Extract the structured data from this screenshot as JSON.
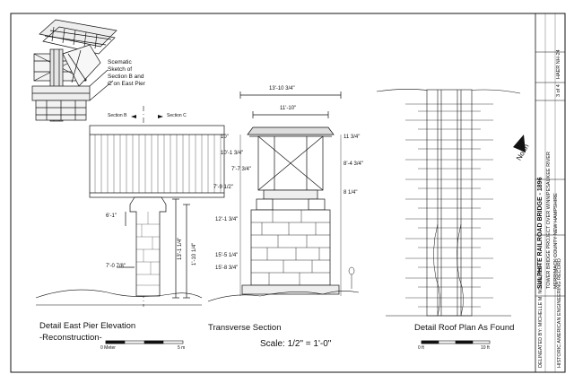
{
  "schematic": {
    "caption_lines": [
      "Scematic",
      "Sketch of",
      "Section B and",
      "C on East Pier"
    ],
    "section_b": "Section B",
    "section_c": "Section C"
  },
  "east_pier": {
    "dim_1": "6'-1\"",
    "dim_2": "7'-0 7/8\"",
    "dim_3": "13'-1 1/4\"",
    "dim_4": "1'-10 1/4\"",
    "title": "Detail East Pier Elevation",
    "subtitle": "-Reconstruction-",
    "scale_left": "0 Meter",
    "scale_right": "5 m"
  },
  "transverse": {
    "dim_top": "13'-10 3/4\"",
    "dim_second": "11'-10\"",
    "dim_10": "10\"",
    "dim_a": "10'-1 3/4\"",
    "dim_b": "7'-7 3/4\"",
    "dim_c": "7'-9 1/2\"",
    "dim_d": "12'-1 3/4\"",
    "dim_e": "15'-5 1/4\"",
    "dim_f": "15'-8 3/4\"",
    "dim_r1": "11 3/4\"",
    "dim_r2": "8'-4 3/4\"",
    "dim_r3": "8 1/4\"",
    "title": "Transverse Section"
  },
  "scale_note": "Scale: 1/2\" = 1'-0\"",
  "roof_plan": {
    "north": "North",
    "title": "Detail Roof Plan As Found",
    "scale_left": "0 ft",
    "scale_right": "10 ft"
  },
  "title_block": {
    "main_title": "SULPHITE RAILROAD BRIDGE - 1896",
    "subtitle_1": "TOWER BRIDGE PROJECT OVER WINNIPESAUKEE RIVER",
    "subtitle_2": "MERRIMACK COUNTY  NEW HAMPSHIRE",
    "sheet": "3 of 4",
    "survey": "HAER NH-24",
    "drawn_by": "DELINEATED BY: MICHELLE M. NOLAN, 2004",
    "office": "HISTORIC AMERICAN ENGINEERING RECORD"
  }
}
